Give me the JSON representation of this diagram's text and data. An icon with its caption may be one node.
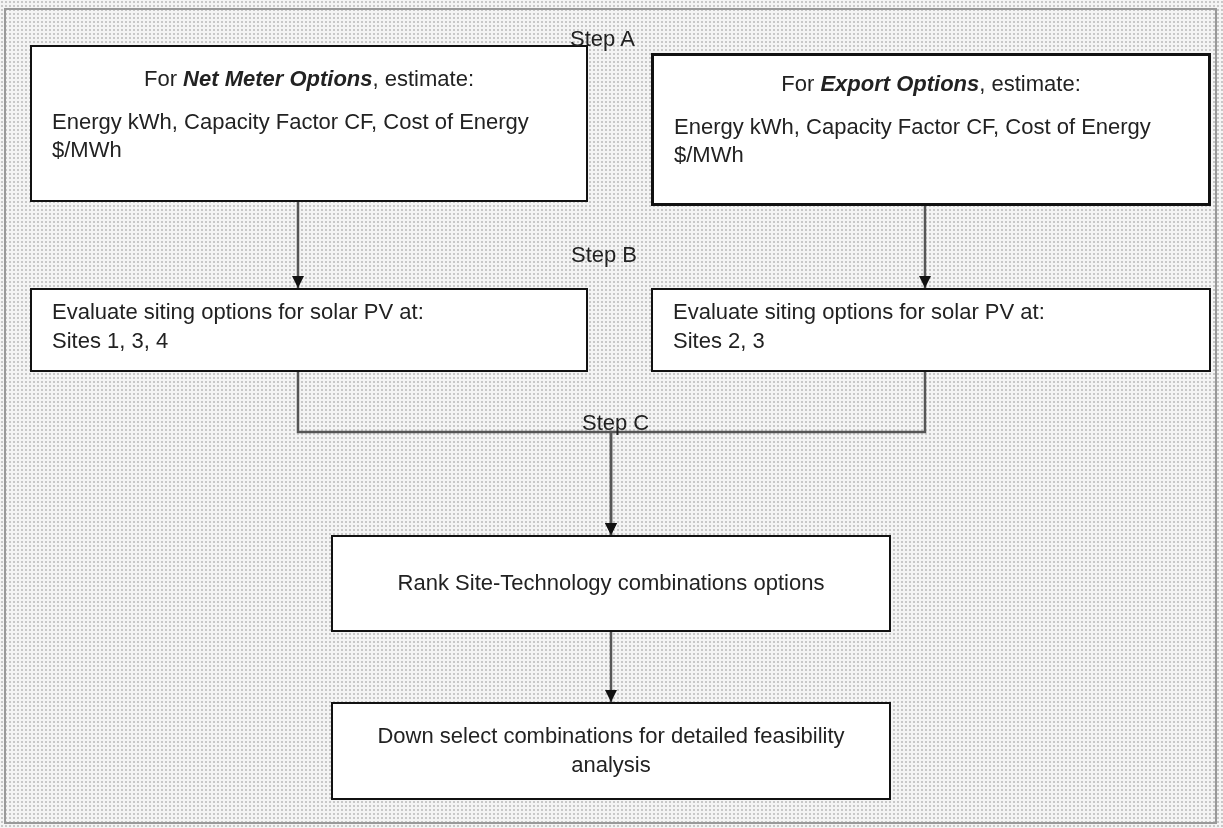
{
  "diagram": {
    "nodes": [
      {
        "text": [
          "For **Net Meter Options**, estimate:",
          "Energy kWh, Capacity Factor CF, Cost of Energy $/MWh"
        ]
      },
      {
        "text": [
          "For **Export Options**, estimate:",
          "Energy kWh, Capacity Factor CF, Cost of Energy $/MWh"
        ]
      },
      {
        "text": [
          "Evaluate siting options for solar PV at:",
          "Sites 1, 3, 4"
        ]
      },
      {
        "text": [
          "Evaluate siting options for solar PV at:",
          "Sites 2, 3"
        ]
      },
      {
        "text": [
          "Rank Site-Technology combinations options"
        ]
      },
      {
        "text": [
          "Down select combinations for detailed feasibility analysis"
        ]
      }
    ],
    "edges": [
      {
        "from": 0,
        "to": 2,
        "arrow": "to"
      },
      {
        "from": 1,
        "to": 3,
        "arrow": "to"
      },
      {
        "from": 2,
        "to": 4,
        "arrow": "to"
      },
      {
        "from": 3,
        "to": 4,
        "arrow": "to"
      },
      {
        "from": 4,
        "to": 5,
        "arrow": "to"
      }
    ],
    "labels": [
      "Step A",
      "Step B",
      "Step C"
    ]
  }
}
